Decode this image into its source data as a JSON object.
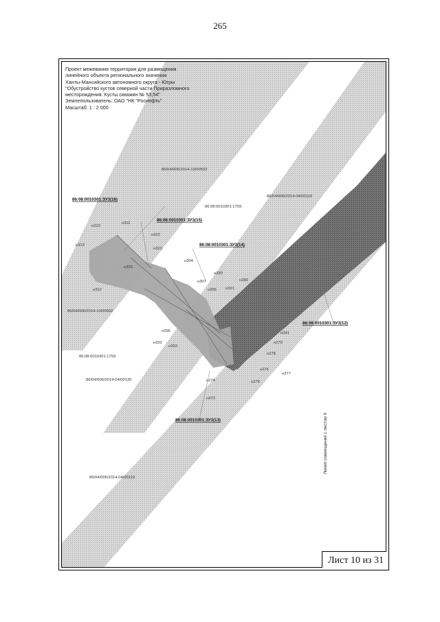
{
  "page_number": "265",
  "info_lines": [
    "Проект межевания территории для размещения",
    "линейного объекта регионального значения",
    "Ханты-Мансийского автономного округа - Югры",
    "\"Обустройство кустов северной части Приразломного",
    "месторождения. Кусты скважин № 53,54\"",
    "Землепользователь: ОАО \"НК \"Роснефть\"",
    "Масштаб: 1 : 2 000"
  ],
  "plots": [
    "86:08:0010301:ЗУ3(16)",
    "86:08:0010301:ЗУ3(15)",
    "86:08:0010301:ЗУ3(14)",
    "86:08:0010301:ЗУ3(12)",
    "86:08:0010301:ЗУ3(13)"
  ],
  "strip_labels": [
    "86/04/006/2014-10/00502",
    "86:08:0010301:1759",
    "86/04/006/2014-04/00119",
    "86/04/006/2014-10/00502",
    "86:08:0010301:1759",
    "86/04/006/2014-04/00120",
    "86/04/006/2014-04/00119"
  ],
  "points": [
    "н311",
    "н310",
    "н313",
    "н322",
    "н323",
    "н325",
    "н304",
    "н330",
    "н307",
    "н280",
    "н295",
    "н331",
    "н312",
    "н291",
    "н279",
    "н296",
    "н332",
    "н333",
    "н278",
    "н276",
    "н277",
    "н274",
    "н275",
    "н273"
  ],
  "vertical_note": "Линия совмещения с листом 9",
  "sheet_label": "Лист 10 из 31",
  "colors": {
    "strip_light": "#c9c9c9",
    "strip_dark": "#6e6e6e",
    "strip_mid": "#9a9a9a",
    "frame": "#000000"
  }
}
